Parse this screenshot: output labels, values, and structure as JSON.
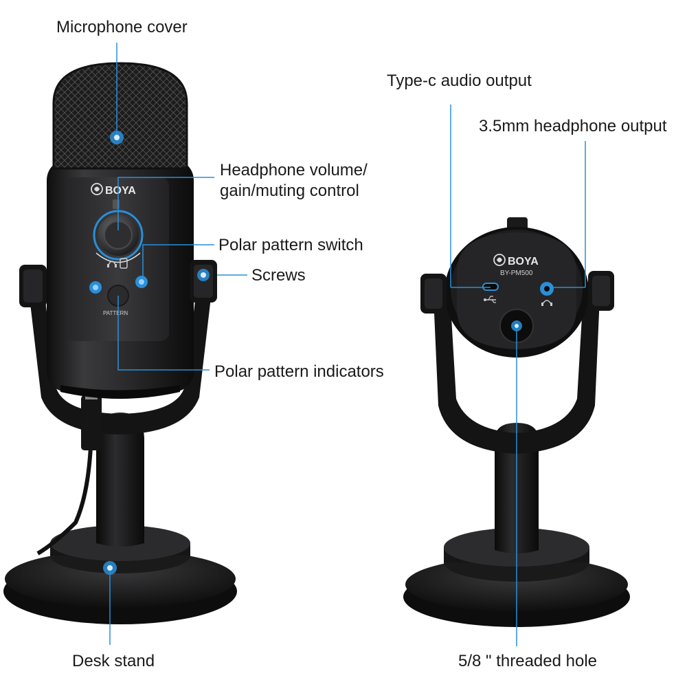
{
  "brand": "BOYA",
  "model": "BY-PM500",
  "button_label": "PATTERN",
  "accent_color": "#2a8fd8",
  "labels": {
    "microphone_cover": "Microphone cover",
    "headphone_volume_line1": "Headphone volume/",
    "headphone_volume_line2": "gain/muting control",
    "polar_pattern_switch": "Polar pattern switch",
    "screws": "Screws",
    "polar_pattern_indicators": "Polar pattern indicators",
    "desk_stand": "Desk stand",
    "type_c_output": "Type-c audio output",
    "headphone_output": "3.5mm headphone output",
    "threaded_hole": "5/8 \" threaded hole"
  },
  "icons": {
    "logo": "boya-logo-icon",
    "headphone": "headphone-icon",
    "usb": "usb-icon"
  }
}
